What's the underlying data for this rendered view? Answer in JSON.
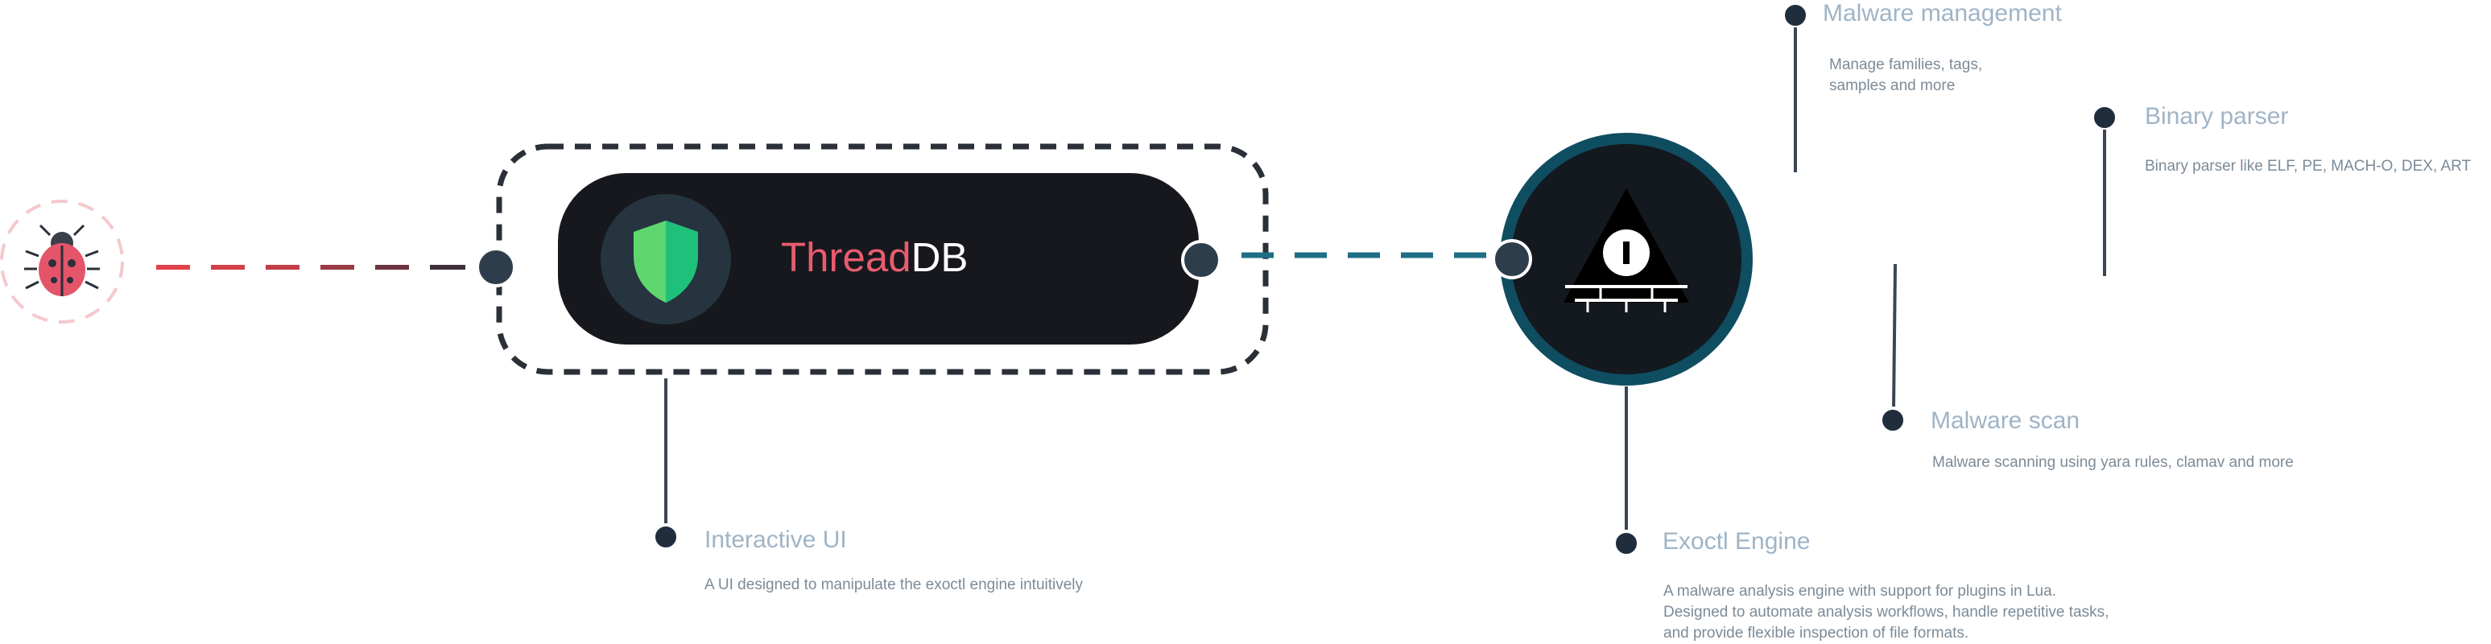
{
  "colors": {
    "bug": "#e4556a",
    "dash_left": "#d94048",
    "dash_right": "#1e6e85",
    "dot": "#1f2d3d",
    "panel": "#16181d",
    "shield_light": "#5fd66e",
    "shield_dark": "#1ec07a",
    "engine_ring": "#0f4d61",
    "title_text": "#9fb4c6",
    "desc_text": "#7c8b98"
  },
  "icons": [
    "bug-icon",
    "shield-icon",
    "exoctl-triangle-icon"
  ],
  "brand": {
    "part_a": "Thread",
    "part_b": "DB"
  },
  "nodes": {
    "interactive_ui": {
      "title": "Interactive UI",
      "desc": "A UI designed to manipulate the exoctl engine intuitively"
    },
    "exoctl_engine": {
      "title": "Exoctl Engine",
      "desc": [
        "A malware analysis engine with support for plugins in Lua.",
        "Designed to automate analysis workflows, handle repetitive tasks,",
        "and provide flexible inspection of file formats."
      ]
    },
    "malware_management": {
      "title": "Malware management",
      "desc": [
        "Manage families, tags,",
        "samples and more"
      ]
    },
    "binary_parser": {
      "title": "Binary parser",
      "desc": "Binary parser like ELF, PE, MACH-O, DEX, ART"
    },
    "malware_scan": {
      "title": "Malware scan",
      "desc": "Malware scanning using yara rules, clamav and more"
    }
  }
}
